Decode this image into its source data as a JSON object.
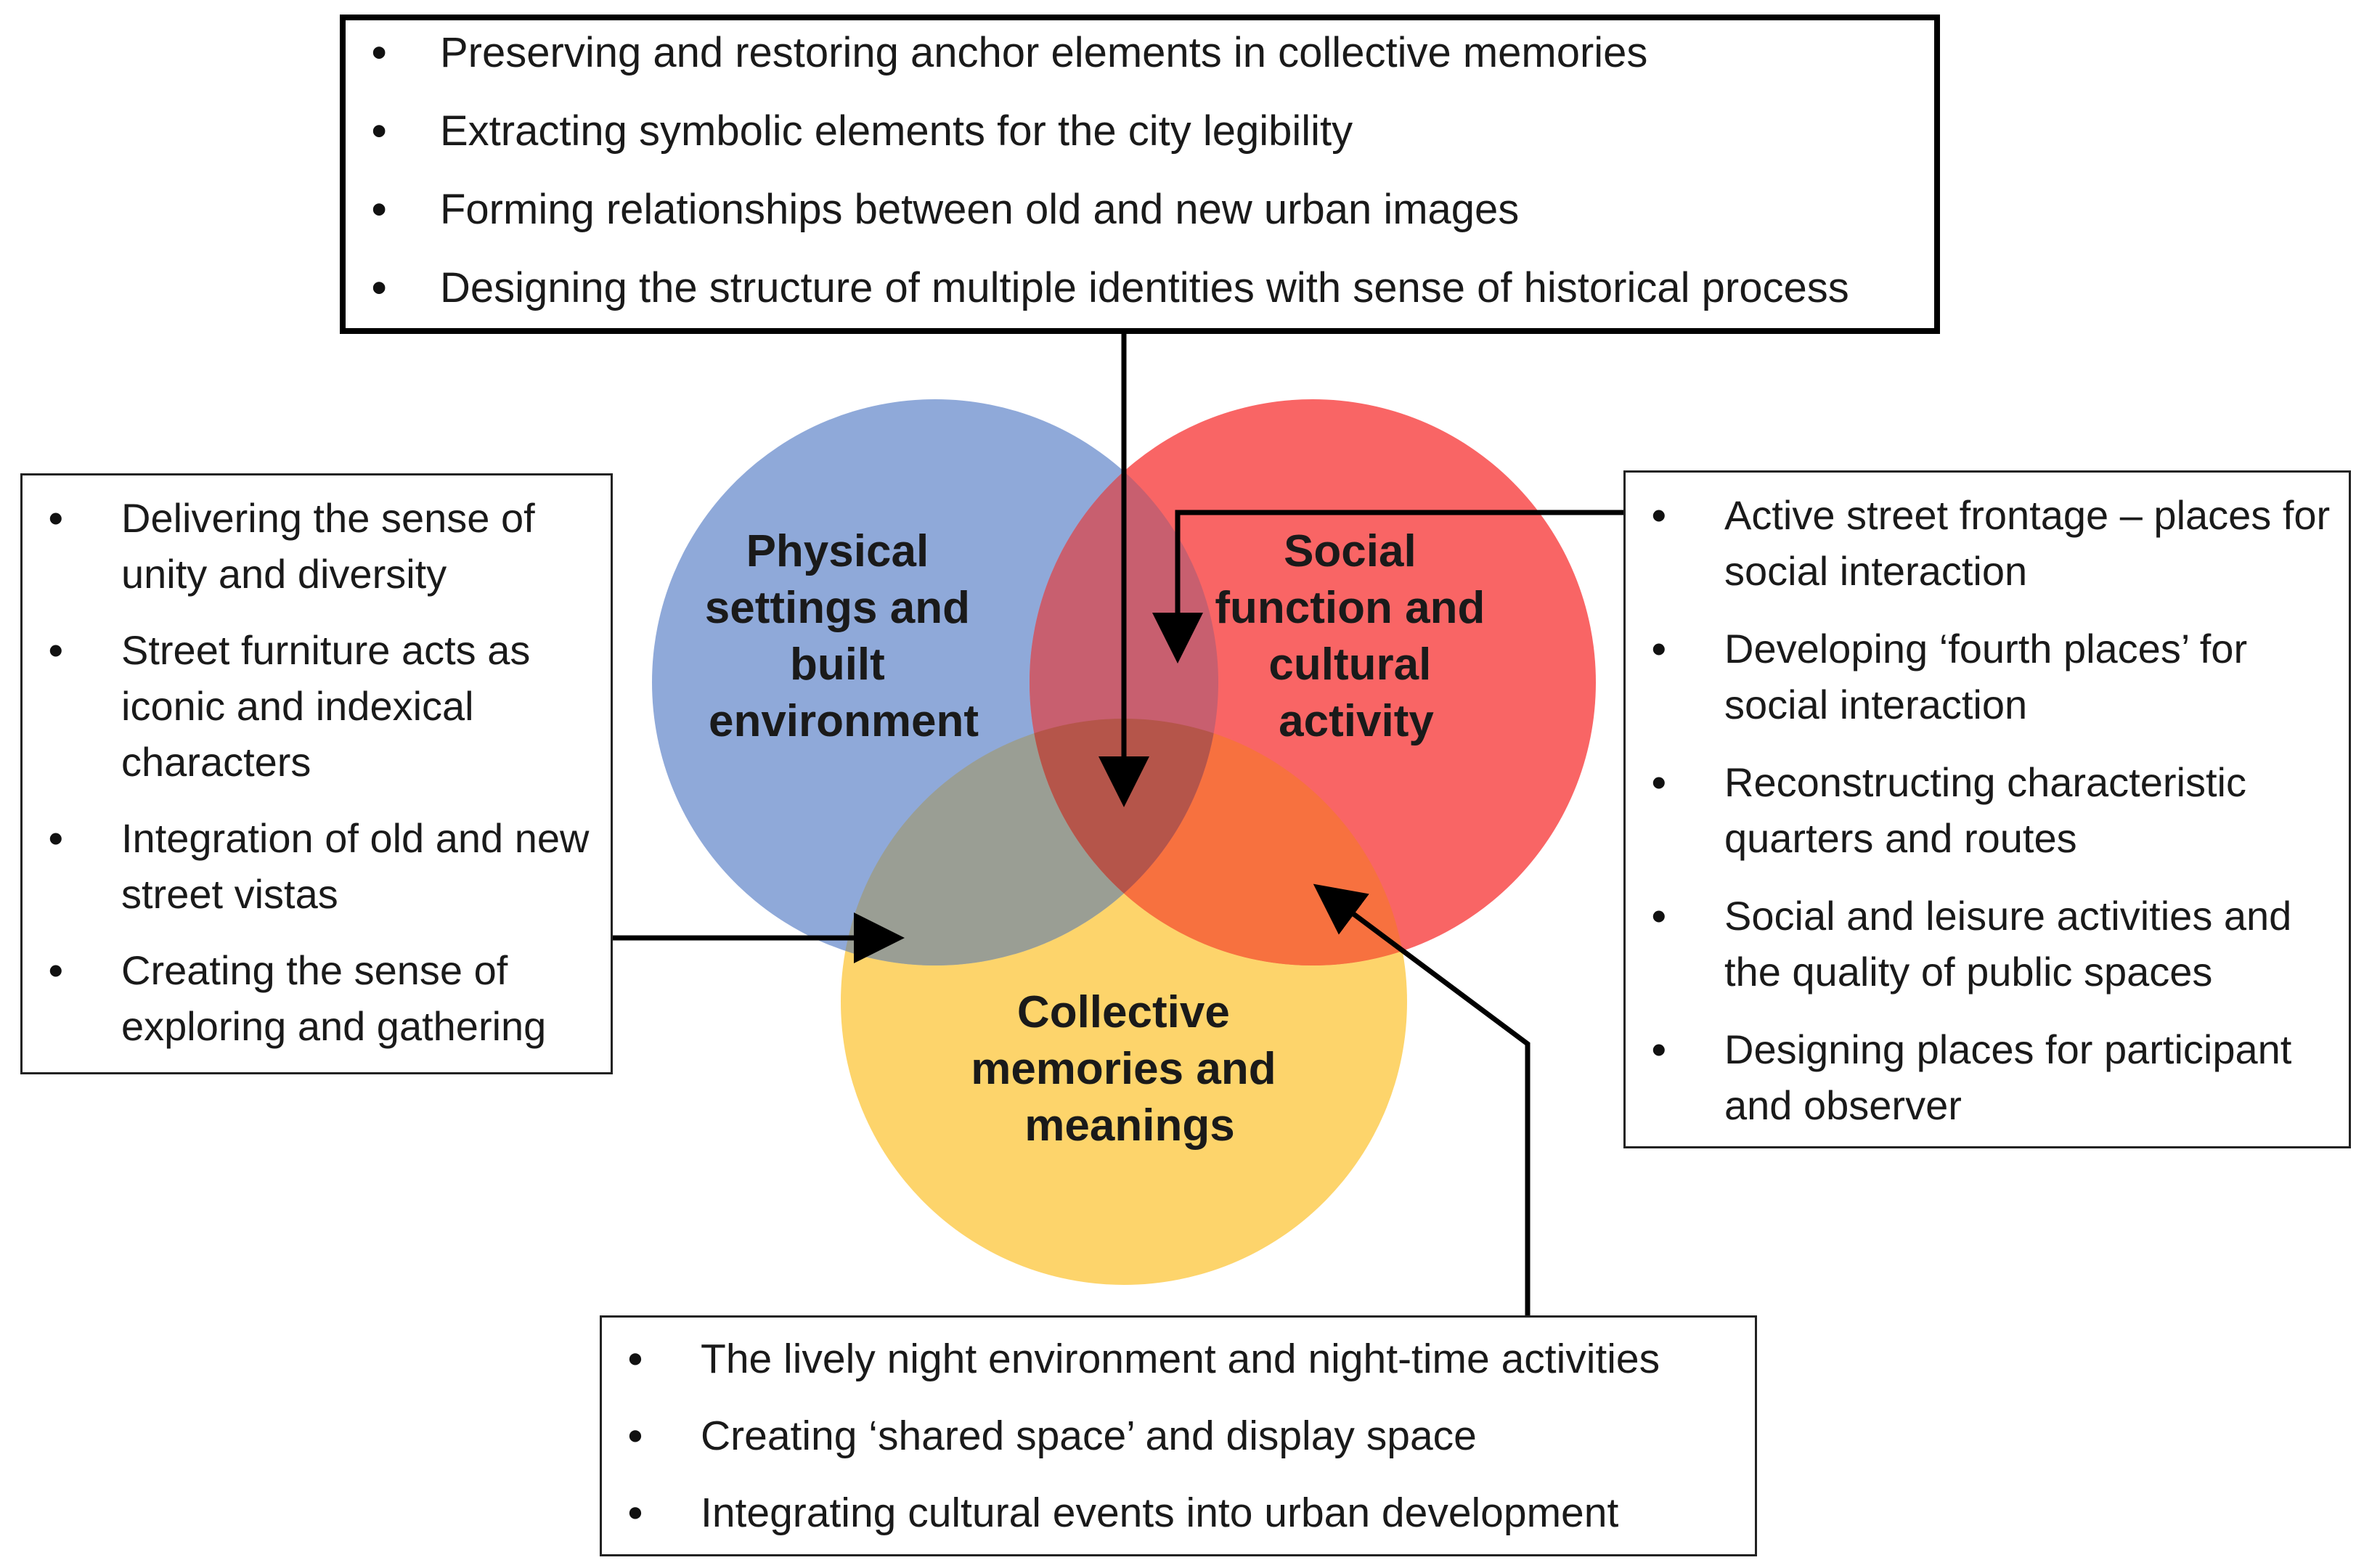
{
  "diagram": {
    "circles": [
      {
        "id": "physical",
        "color": "#8fa9d9",
        "lines": [
          "Physical",
          "settings and",
          "built",
          "environment"
        ]
      },
      {
        "id": "social",
        "color": "#f96565",
        "lines": [
          "Social",
          "function and",
          "cultural",
          "activity"
        ]
      },
      {
        "id": "memories",
        "color": "#fdd46b",
        "lines": [
          "Collective",
          "memories and",
          "meanings"
        ]
      }
    ],
    "overlap_colors": {
      "physical_memories": "#9a9e94",
      "social_memories": "#f7713f",
      "physical_social": "#c85f6f"
    },
    "arrow_color": "#000000"
  },
  "top_box": {
    "items": [
      "Preserving and restoring anchor elements in collective memories",
      "Extracting symbolic elements for the city legibility",
      "Forming relationships between old and new urban images",
      "Designing the structure of multiple identities with sense of historical process"
    ]
  },
  "left_box": {
    "items": [
      "Delivering the sense of unity and diversity",
      "Street furniture acts as iconic and indexical characters",
      "Integration of old and new street vistas",
      "Creating the sense of exploring and gathering"
    ]
  },
  "right_box": {
    "items": [
      "Active street frontage – places for social interaction",
      "Developing ‘fourth places’ for social interaction",
      "Reconstructing characteristic quarters and routes",
      "Social and leisure activities and the quality of public spaces",
      "Designing places for participant and observer"
    ]
  },
  "bottom_box": {
    "items": [
      "The lively night environment and night-time activities",
      "Creating ‘shared space’ and display space",
      "Integrating cultural events into urban development"
    ]
  }
}
